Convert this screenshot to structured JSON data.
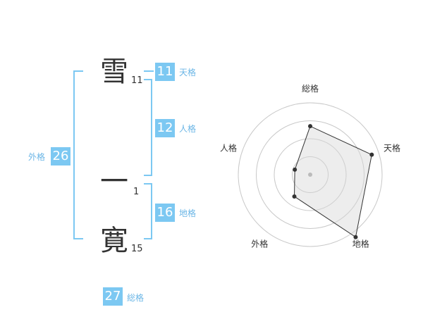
{
  "name": {
    "chars": [
      {
        "char": "雪",
        "strokes": "11"
      },
      {
        "char": "一",
        "strokes": "1"
      },
      {
        "char": "寛",
        "strokes": "15"
      }
    ]
  },
  "fortune": {
    "tenkaku": {
      "value": "11",
      "label": "天格"
    },
    "jinkaku": {
      "value": "12",
      "label": "人格"
    },
    "chikaku": {
      "value": "16",
      "label": "地格"
    },
    "gaikaku": {
      "value": "26",
      "label": "外格"
    },
    "soukaku": {
      "value": "27",
      "label": "総格"
    }
  },
  "colors": {
    "accent": "#7cc8f2",
    "accent_text": "#6bb6e6"
  },
  "chart_data": {
    "type": "radar",
    "axes": [
      "総格",
      "天格",
      "地格",
      "外格",
      "人格"
    ],
    "rings": 4,
    "max": 4,
    "values": [
      2.7,
      3.6,
      4.3,
      1.5,
      0.9
    ]
  }
}
